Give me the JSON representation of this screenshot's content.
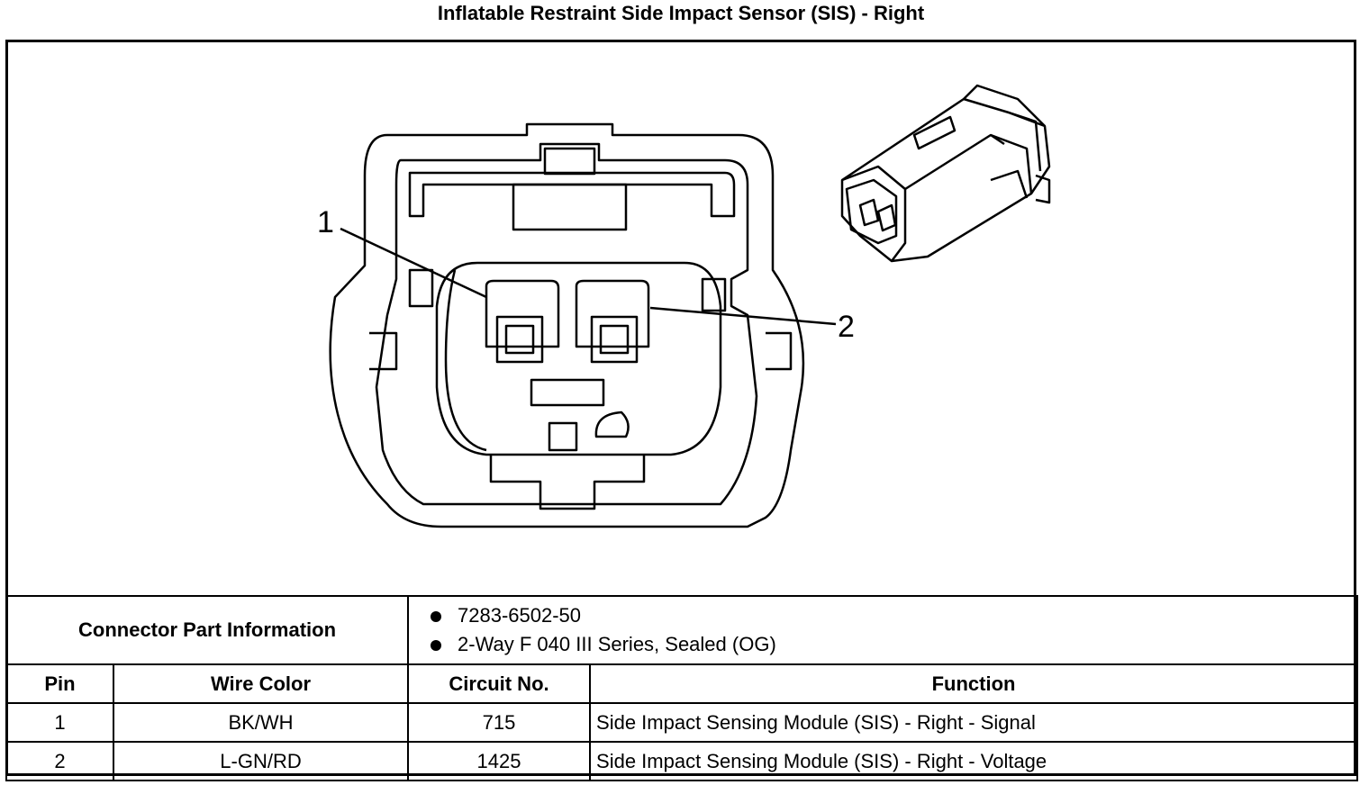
{
  "title": "Inflatable Restraint Side Impact Sensor (SIS) - Right",
  "callouts": [
    "1",
    "2"
  ],
  "connector_info": {
    "label": "Connector Part Information",
    "items": [
      "7283-6502-50",
      "2-Way F 040 III Series, Sealed (OG)"
    ]
  },
  "table": {
    "headers": [
      "Pin",
      "Wire Color",
      "Circuit No.",
      "Function"
    ],
    "rows": [
      [
        "1",
        "BK/WH",
        "715",
        "Side Impact Sensing Module (SIS) - Right - Signal"
      ],
      [
        "2",
        "L-GN/RD",
        "1425",
        "Side Impact Sensing Module (SIS) - Right - Voltage"
      ]
    ]
  }
}
